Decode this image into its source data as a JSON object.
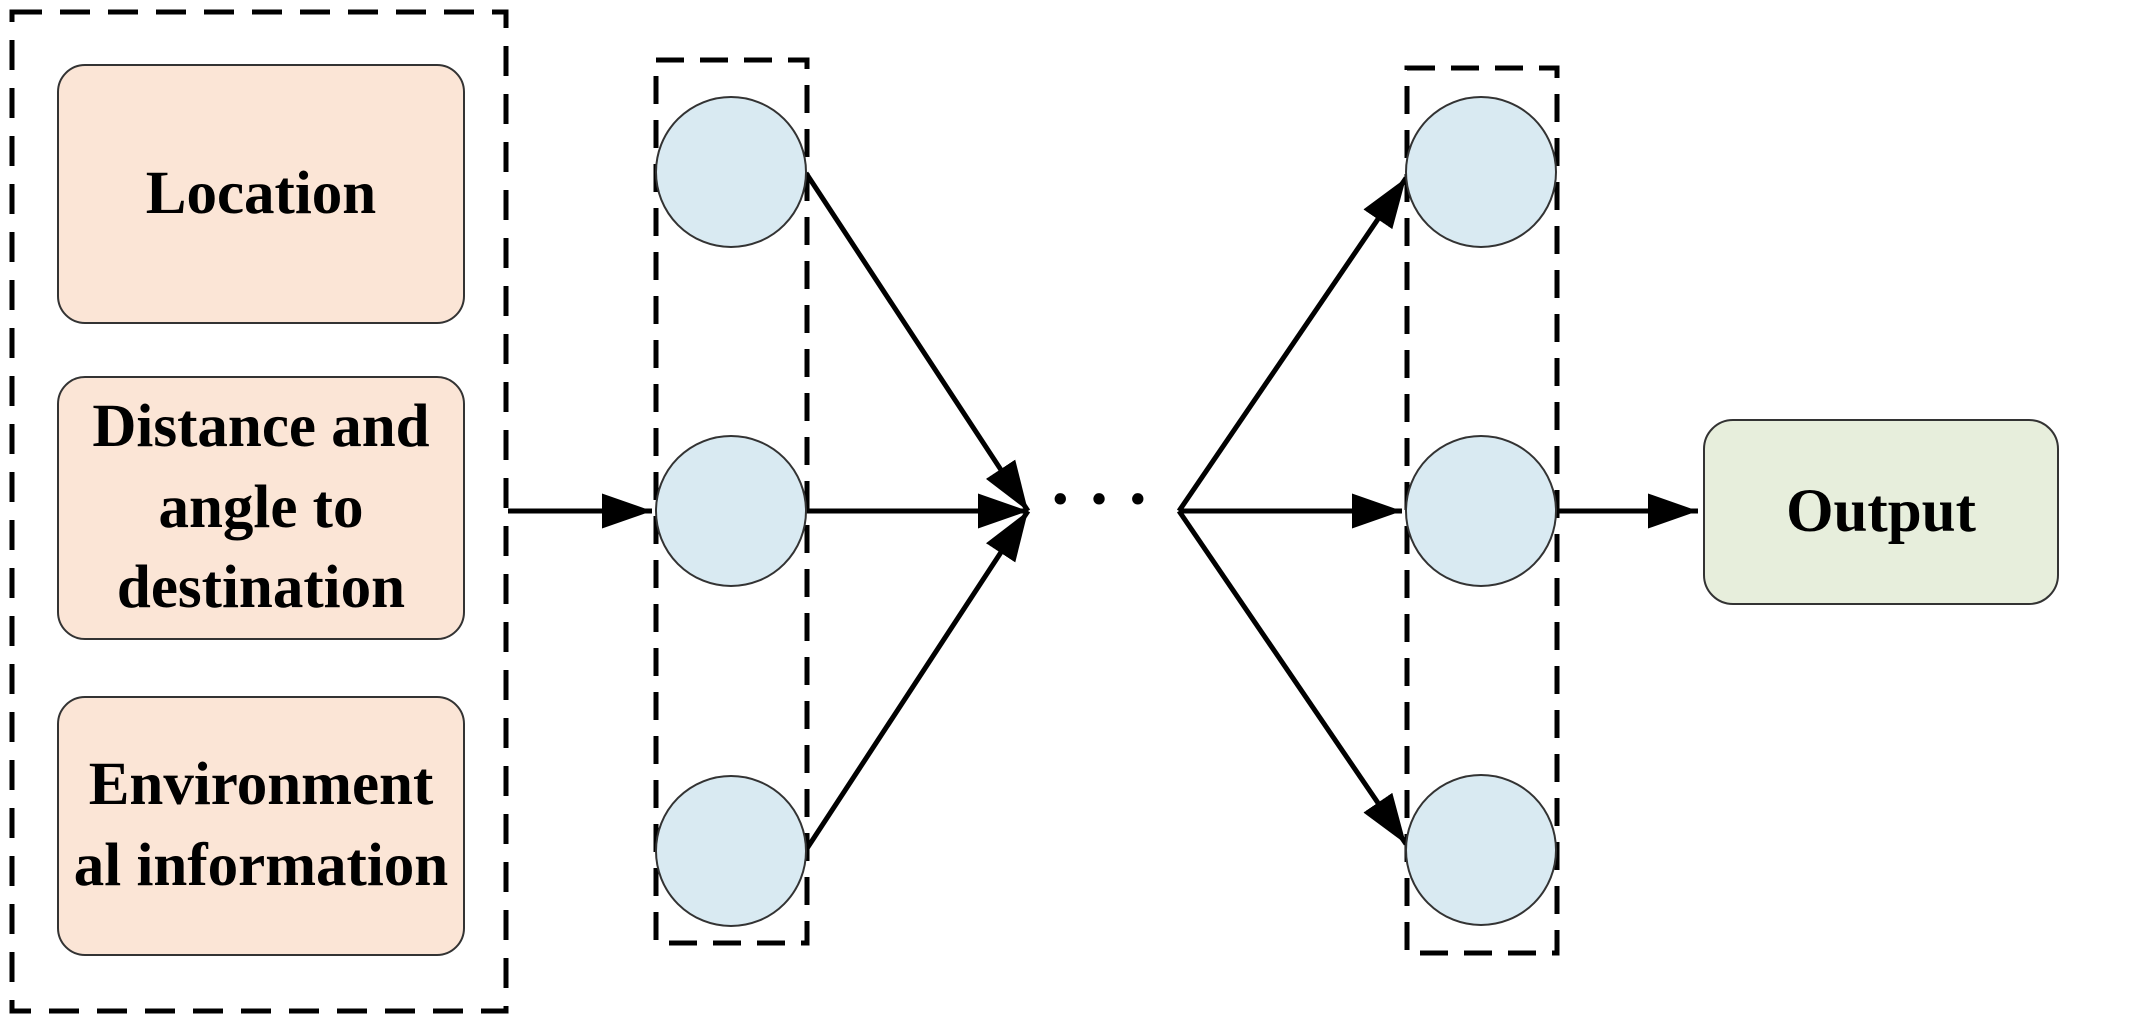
{
  "figure": {
    "type": "neural-network-diagram",
    "input_group": {
      "items": [
        {
          "label": "Location"
        },
        {
          "label": "Distance and\nangle to\ndestination"
        },
        {
          "label": "Environment\nal information"
        }
      ]
    },
    "hidden_layers": {
      "layer1_nodes": 3,
      "layer2_nodes": 3,
      "ellipsis": "···"
    },
    "output": {
      "label": "Output"
    },
    "colors": {
      "background": "#ffffff",
      "input_box_fill": "#fbe5d6",
      "node_fill": "#d9eaf2",
      "output_box_fill": "#e7eedc",
      "line_color": "#000000",
      "shape_stroke": "#333333"
    }
  }
}
